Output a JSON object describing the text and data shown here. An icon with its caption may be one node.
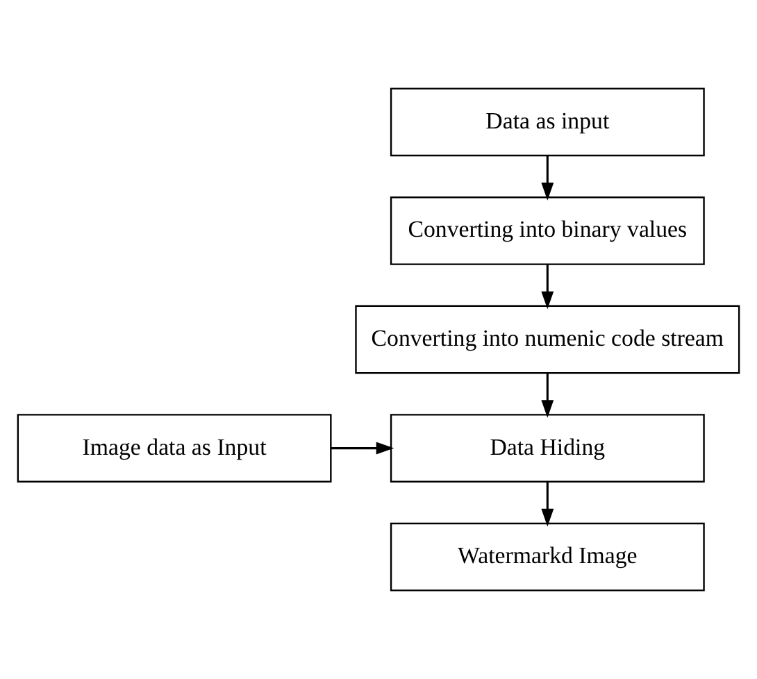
{
  "diagram": {
    "nodes": [
      {
        "text": [
          "Data as input"
        ]
      },
      {
        "text": [
          "Converting into binary values"
        ]
      },
      {
        "text": [
          "Converting into numenic code stream"
        ]
      },
      {
        "text": [
          "Image data as Input"
        ]
      },
      {
        "text": [
          "Data Hiding"
        ]
      },
      {
        "text": [
          "Watermarkd Image"
        ]
      }
    ],
    "edges": [
      {
        "from": 0,
        "to": 1,
        "arrow": "to"
      },
      {
        "from": 1,
        "to": 2,
        "arrow": "to"
      },
      {
        "from": 2,
        "to": 4,
        "arrow": "to"
      },
      {
        "from": 3,
        "to": 4,
        "arrow": "to"
      },
      {
        "from": 4,
        "to": 5,
        "arrow": "to"
      }
    ]
  }
}
